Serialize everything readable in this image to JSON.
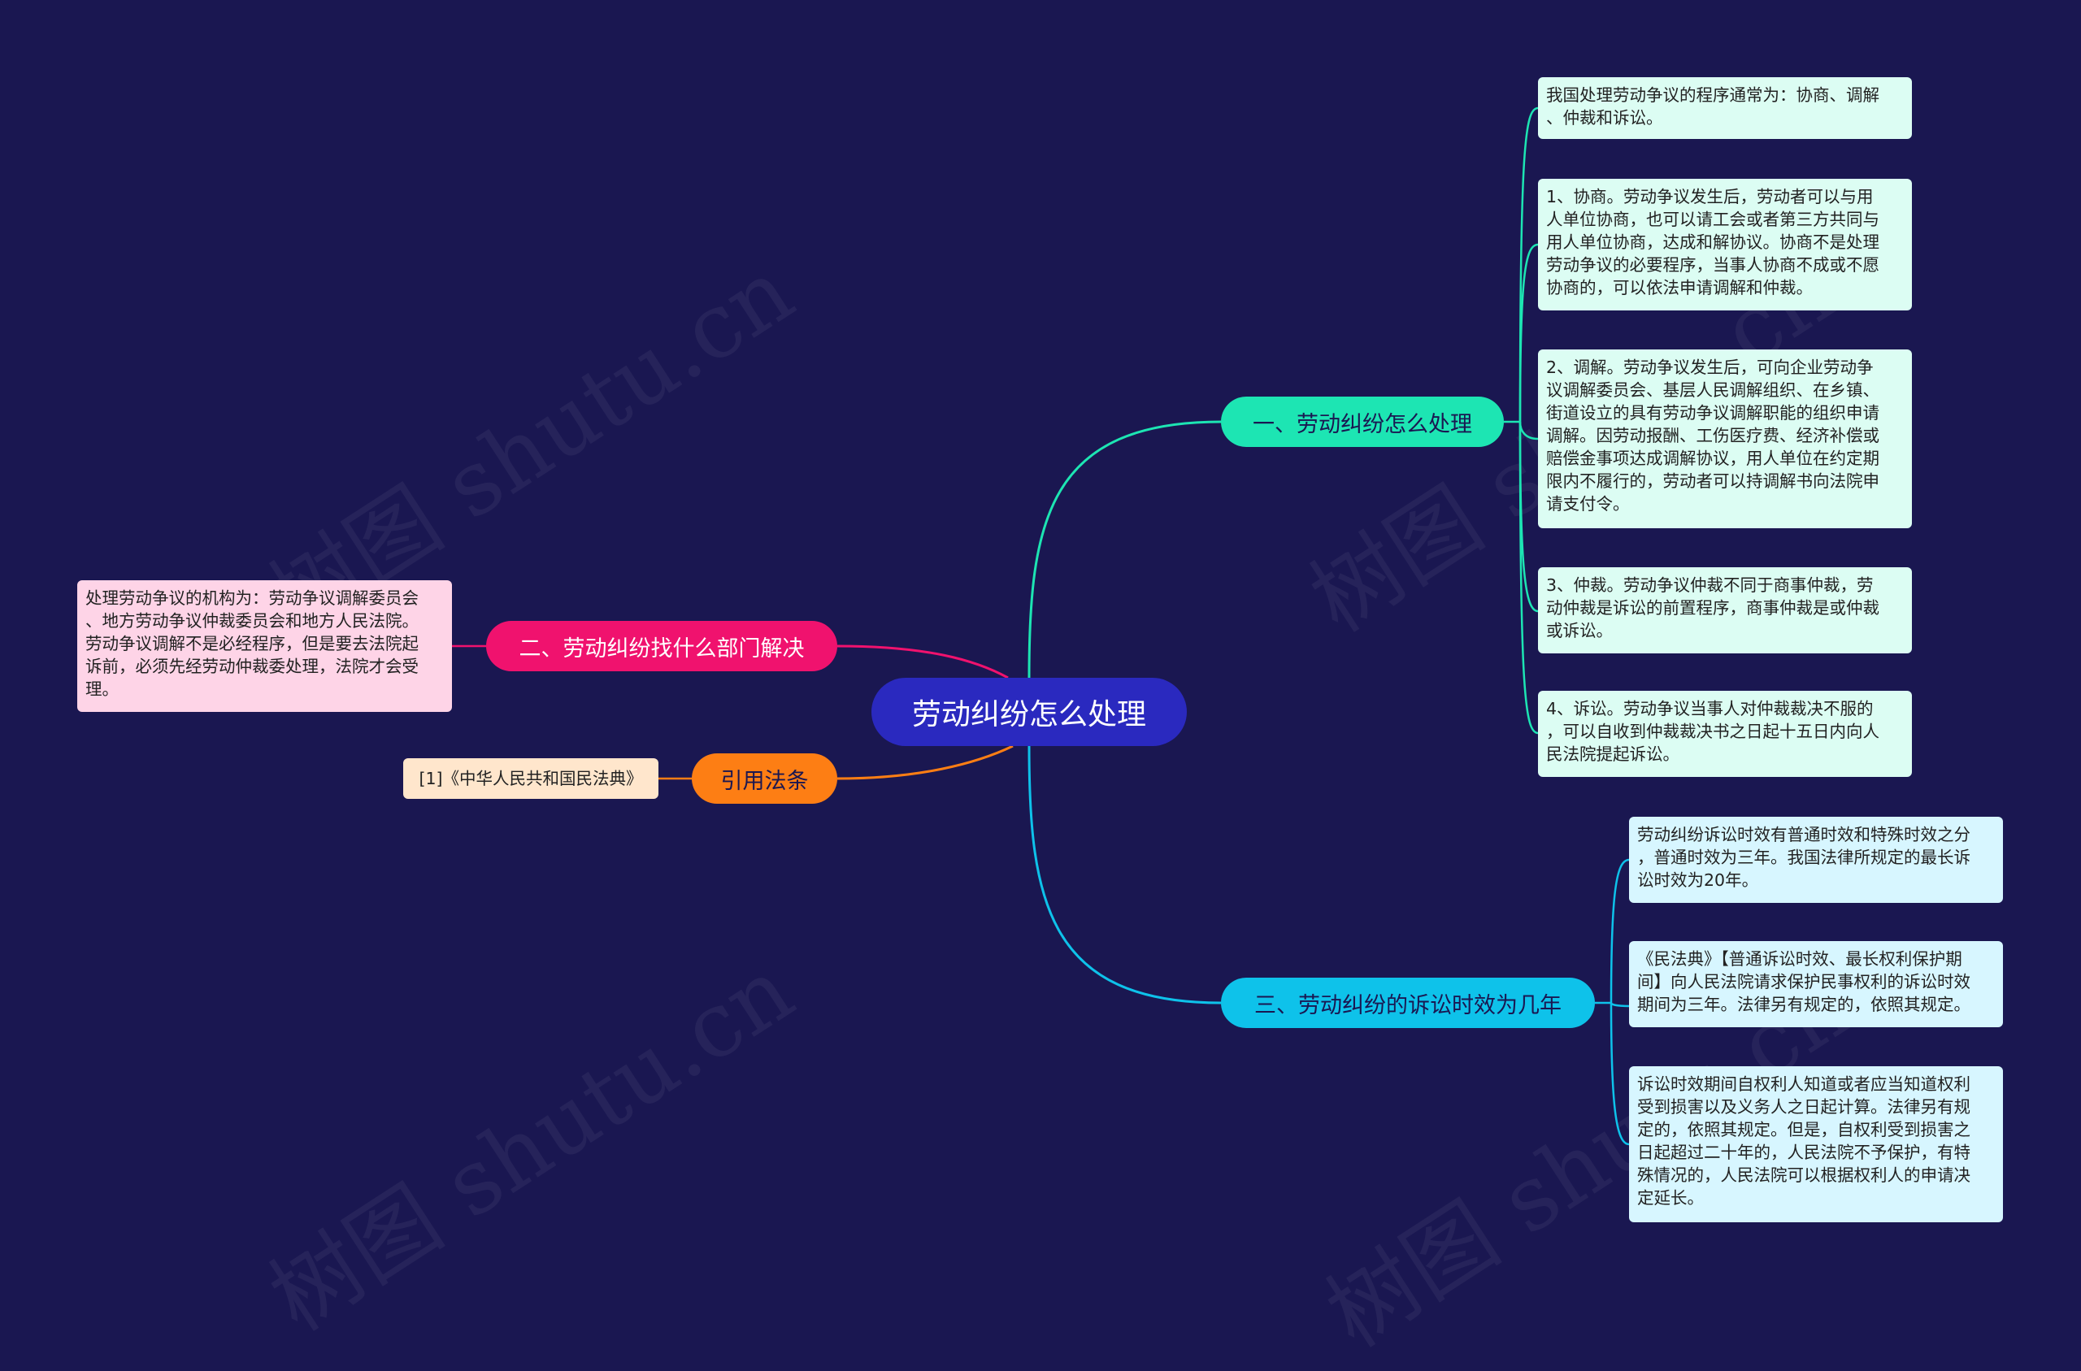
{
  "root": {
    "label": "劳动纠纷怎么处理"
  },
  "branches": [
    {
      "label": "一、劳动纠纷怎么处理",
      "color": "#1de5b3",
      "leaves": [
        "我国处理劳动争议的程序通常为：协商、调解\n、仲裁和诉讼。",
        "1、协商。劳动争议发生后，劳动者可以与用\n人单位协商，也可以请工会或者第三方共同与\n用人单位协商，达成和解协议。协商不是处理\n劳动争议的必要程序，当事人协商不成或不愿\n协商的，可以依法申请调解和仲裁。",
        "2、调解。劳动争议发生后，可向企业劳动争\n议调解委员会、基层人民调解组织、在乡镇、\n街道设立的具有劳动争议调解职能的组织申请\n调解。因劳动报酬、工伤医疗费、经济补偿或\n赔偿金事项达成调解协议，用人单位在约定期\n限内不履行的，劳动者可以持调解书向法院申\n请支付令。",
        "3、仲裁。劳动争议仲裁不同于商事仲裁，劳\n动仲裁是诉讼的前置程序，商事仲裁是或仲裁\n或诉讼。",
        "4、诉讼。劳动争议当事人对仲裁裁决不服的\n，可以自收到仲裁裁决书之日起十五日内向人\n民法院提起诉讼。"
      ]
    },
    {
      "label": "二、劳动纠纷找什么部门解决",
      "color": "#f0126e",
      "leaves": [
        "处理劳动争议的机构为：劳动争议调解委员会\n、地方劳动争议仲裁委员会和地方人民法院。\n劳动争议调解不是必经程序，但是要去法院起\n诉前，必须先经劳动仲裁委处理，法院才会受\n理。"
      ]
    },
    {
      "label": "引用法条",
      "color": "#fd7e14",
      "leaves": [
        "[1]《中华人民共和国民法典》"
      ]
    },
    {
      "label": "三、劳动纠纷的诉讼时效为几年",
      "color": "#0ec2ea",
      "leaves": [
        "劳动纠纷诉讼时效有普通时效和特殊时效之分\n，普通时效为三年。我国法律所规定的最长诉\n讼时效为20年。",
        "《民法典》【普通诉讼时效、最长权利保护期\n间】向人民法院请求保护民事权利的诉讼时效\n期间为三年。法律另有规定的，依照其规定。",
        "诉讼时效期间自权利人知道或者应当知道权利\n受到损害以及义务人之日起计算。法律另有规\n定的，依照其规定。但是，自权利受到损害之\n日起超过二十年的，人民法院不予保护，有特\n殊情况的，人民法院可以根据权利人的申请决\n定延长。"
      ]
    }
  ],
  "watermark": "树图 shutu.cn"
}
